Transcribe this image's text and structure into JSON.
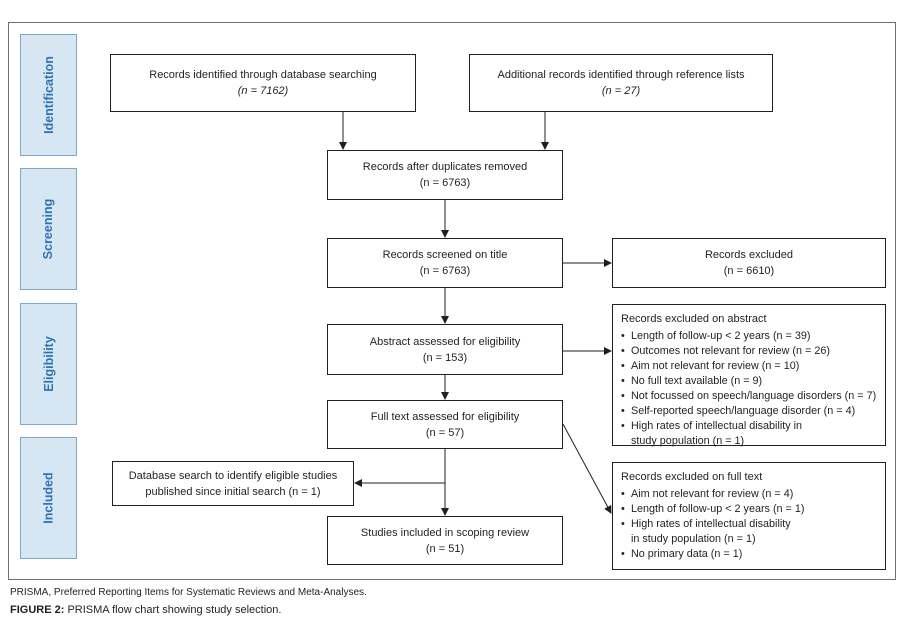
{
  "stages": [
    "Identification",
    "Screening",
    "Eligibility",
    "Included"
  ],
  "boxes": {
    "db_search": {
      "label": "Records identified through database searching",
      "n": "(n = 7162)"
    },
    "ref_lists": {
      "label": "Additional records identified through reference lists",
      "n": "(n = 27)"
    },
    "dedup": {
      "label": "Records after duplicates removed",
      "n": "(n = 6763)"
    },
    "screened": {
      "label": "Records screened on title",
      "n": "(n = 6763)"
    },
    "excluded": {
      "label": "Records excluded",
      "n": "(n = 6610)"
    },
    "abstract": {
      "label": "Abstract assessed for eligibility",
      "n": "(n = 153)"
    },
    "fulltext": {
      "label": "Full text assessed for eligibility",
      "n": "(n = 57)"
    },
    "new_search": {
      "label": "Database search to identify eligible studies",
      "label2": "published since initial search (n = 1)"
    },
    "included": {
      "label": "Studies included in scoping review",
      "n": "(n = 51)"
    }
  },
  "abstract_exclusions": {
    "title": "Records excluded on abstract",
    "items": [
      "Length of follow-up < 2 years (n = 39)",
      "Outcomes not relevant for review (n = 26)",
      "Aim not relevant for review (n = 10)",
      "No full text available (n = 9)",
      "Not focussed on speech/language disorders (n = 7)",
      "Self-reported speech/language disorder (n = 4)",
      "High rates of intellectual disability in",
      "study population (n = 1)"
    ]
  },
  "fulltext_exclusions": {
    "title": "Records excluded on full text",
    "items": [
      "Aim not relevant for review (n = 4)",
      "Length of follow-up < 2 years (n = 1)",
      "High rates of intellectual disability",
      "in study population (n = 1)",
      "No primary data (n = 1)"
    ]
  },
  "footnote": "PRISMA, Preferred Reporting Items for Systematic Reviews and Meta-Analyses.",
  "figure_label": "FIGURE 2:",
  "figure_caption": "PRISMA flow chart showing study selection."
}
